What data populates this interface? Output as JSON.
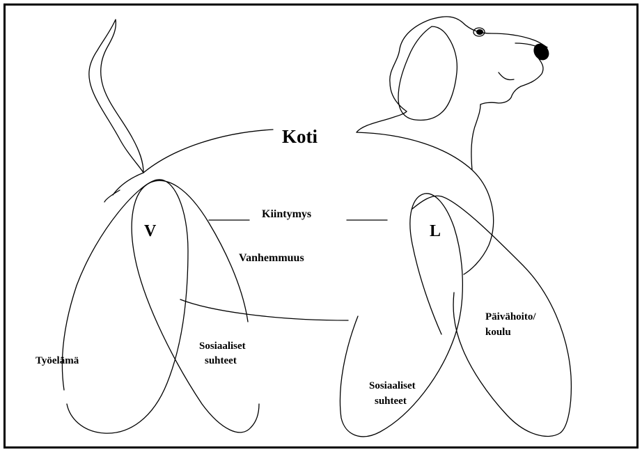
{
  "diagram": {
    "title": "Koti",
    "center_labels": {
      "attachment": "Kiintymys",
      "parenthood": "Vanhemmuus"
    },
    "parent_marker": "V",
    "child_marker": "L",
    "parent_loops": {
      "work": "Työelämä",
      "social_line1": "Sosiaaliset",
      "social_line2": "suhteet"
    },
    "child_loops": {
      "daycare_line1": "Päivähoito/",
      "daycare_line2": "koulu",
      "social_line1": "Sosiaaliset",
      "social_line2": "suhteet"
    },
    "figure_icon": "dog-outline-illustration",
    "colors": {
      "stroke": "#000000",
      "background": "#ffffff"
    }
  }
}
